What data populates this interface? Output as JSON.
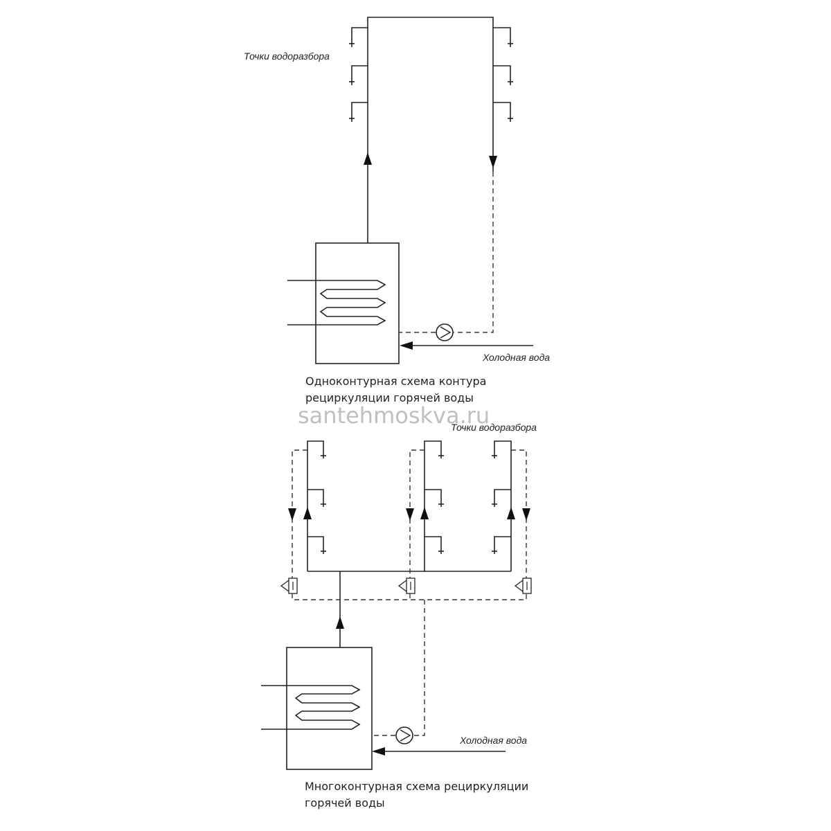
{
  "top_diagram": {
    "label_draw_points": "Точки водоразбора",
    "label_cold_water": "Холодная вода",
    "caption_line1": "Одноконтурная схема контура",
    "caption_line2": "рециркуляции горячей воды"
  },
  "bottom_diagram": {
    "label_draw_points": "Точки водоразбора",
    "label_cold_water": "Холодная вода",
    "caption_line1": "Многоконтурная схема рециркуляции",
    "caption_line2": "горячей воды"
  },
  "watermark": "santehmoskva.ru"
}
